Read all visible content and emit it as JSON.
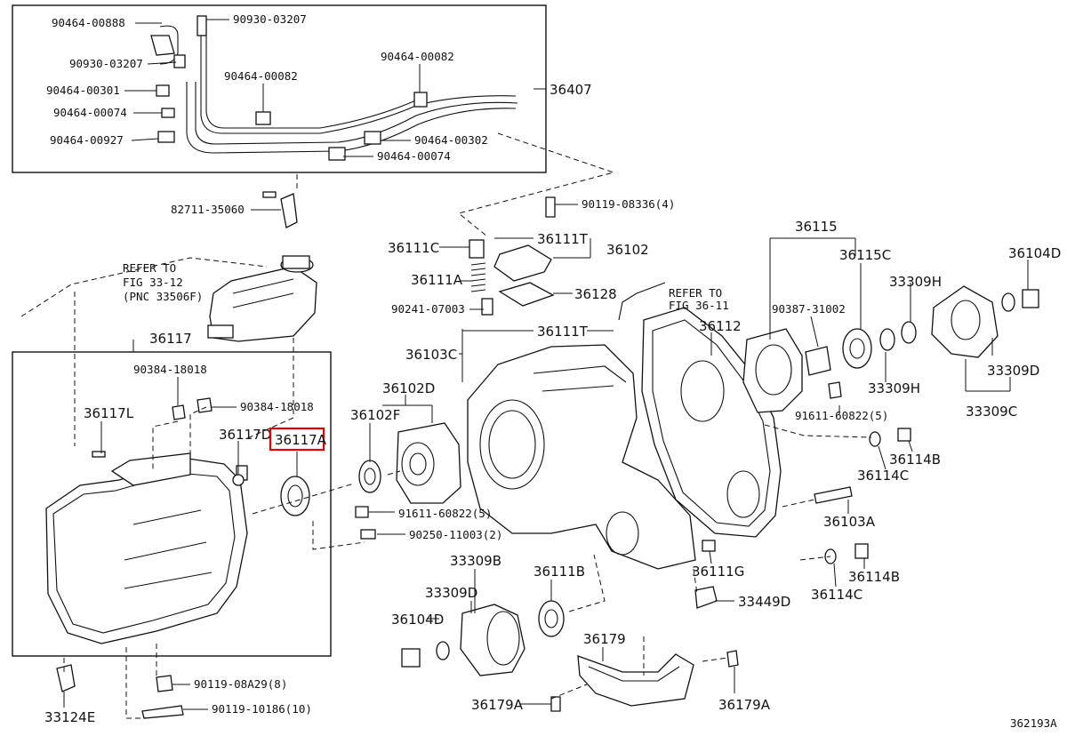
{
  "diagram_id": "362193A",
  "selected_part": "36117A",
  "highlight_color": "#e00000",
  "refer_notes": {
    "fig33": [
      "REFER TO",
      "FIG 33-12",
      "(PNC 33506F)"
    ],
    "fig36": [
      "REFER TO",
      "FIG 36-11"
    ]
  },
  "parts": {
    "p01": "90464-00888",
    "p02": "90930-03207",
    "p03": "90930-03207",
    "p04": "90464-00082",
    "p05": "90464-00082",
    "p06": "90464-00301",
    "p07": "36407",
    "p08": "90464-00074",
    "p09": "90464-00927",
    "p10": "90464-00302",
    "p11": "90464-00074",
    "p12": "82711-35060",
    "p13": "90119-08336(4)",
    "p14": "36111C",
    "p15": "36111T",
    "p16": "36102",
    "p17": "36115",
    "p18": "36104D",
    "p19": "36111A",
    "p20": "36128",
    "p21": "36115C",
    "p22": "33309H",
    "p23": "90241-07003",
    "p24": "90387-31002",
    "p25": "36111T",
    "p26": "36112",
    "p27": "36117",
    "p28": "36103C",
    "p29": "33309D",
    "p30": "90384-18018",
    "p31": "36102D",
    "p32": "33309H",
    "p33": "33309C",
    "p34": "90384-18018",
    "p35": "36117L",
    "p36": "36102F",
    "p37": "36117D",
    "p38": "36117A",
    "p39": "91611-60822(5)",
    "p40": "36114B",
    "p41": "36114C",
    "p42": "91611-60822(5)",
    "p43": "36103A",
    "p44": "90250-11003(2)",
    "p45": "33309B",
    "p46": "36111B",
    "p47": "36111G",
    "p48": "36114B",
    "p49": "33309D",
    "p50": "36114C",
    "p51": "33449D",
    "p52": "36104D",
    "p53": "36179",
    "p54": "90119-08A29(8)",
    "p55": "33124E",
    "p56": "90119-10186(10)",
    "p57": "36179A",
    "p58": "36179A"
  }
}
